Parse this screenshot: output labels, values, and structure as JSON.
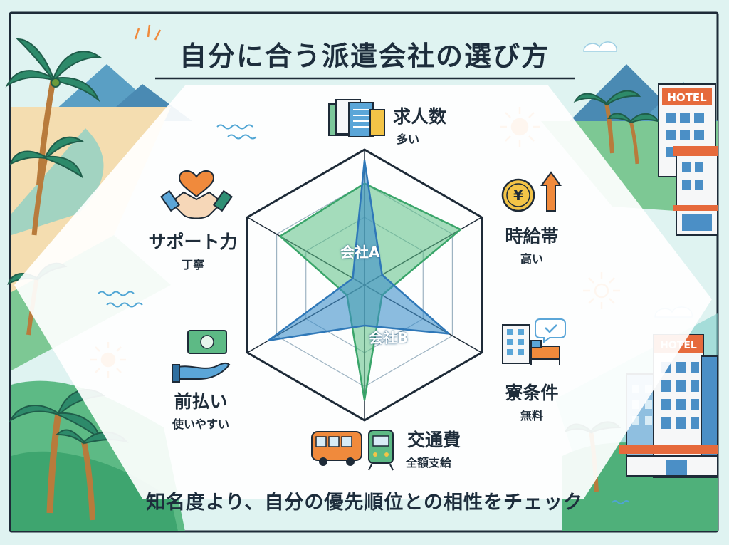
{
  "title": "自分に合う派遣会社の選び方",
  "footer": "知名度より、自分の優先順位との相性をチェック",
  "hotel_signs": [
    "HOTEL",
    "HOTEL"
  ],
  "yen_symbol": "¥",
  "colors": {
    "series_a": "#5bbf84",
    "series_b": "#3f8fc9",
    "grid": "#1e2b38",
    "sand": "#f4ddb0",
    "palm": "#2d8a6a",
    "sun": "#f08a3c"
  },
  "criteria": [
    {
      "key": "jobs",
      "label": "求人数",
      "sub": "多い",
      "icon": "documents-icon"
    },
    {
      "key": "wage",
      "label": "時給帯",
      "sub": "高い",
      "icon": "yen-coin-icon"
    },
    {
      "key": "dorm",
      "label": "寮条件",
      "sub": "無料",
      "icon": "building-icon"
    },
    {
      "key": "transport",
      "label": "交通費",
      "sub": "全額支給",
      "icon": "bus-train-icon"
    },
    {
      "key": "advance",
      "label": "前払い",
      "sub": "使いやすい",
      "icon": "money-hand-icon"
    },
    {
      "key": "support",
      "label": "サポート力",
      "sub": "丁寧",
      "icon": "handshake-heart-icon"
    }
  ],
  "chart_data": {
    "type": "radar",
    "axes": [
      "求人数",
      "時給帯",
      "寮条件",
      "交通費",
      "前払い",
      "サポート力"
    ],
    "range": [
      0,
      1
    ],
    "series": [
      {
        "name": "会社A",
        "values": [
          0.75,
          0.82,
          0.15,
          0.85,
          0.15,
          0.72
        ]
      },
      {
        "name": "会社B",
        "values": [
          0.92,
          0.15,
          0.72,
          0.3,
          0.82,
          0.1
        ]
      }
    ]
  }
}
